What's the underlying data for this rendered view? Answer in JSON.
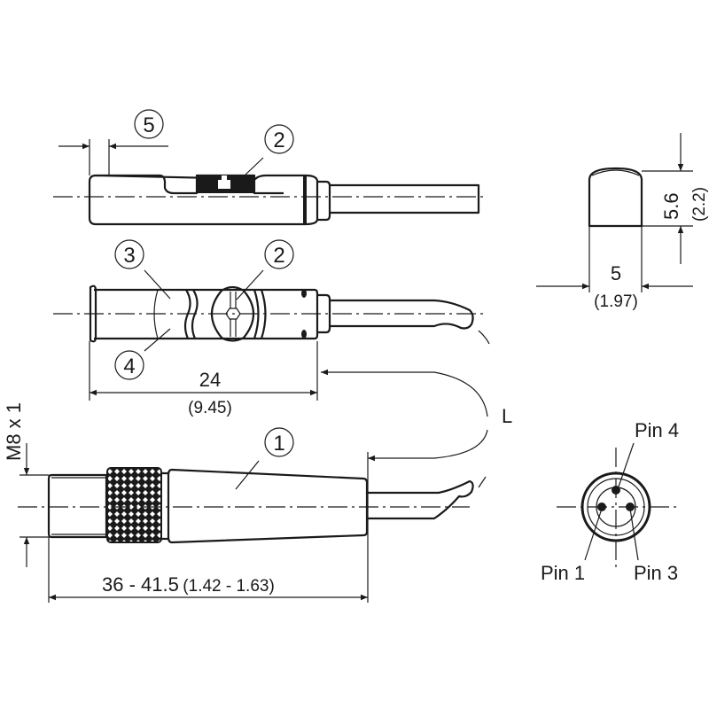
{
  "callouts": {
    "c1": "1",
    "c2": "2",
    "c3": "3",
    "c4": "4",
    "c5": "5"
  },
  "dimensions": {
    "body_length": "24",
    "body_length_in": "(9.45)",
    "cable_length": "L",
    "connector_thread": "M8 x 1",
    "connector_length": "36 - 41.5",
    "connector_length_in": "(1.42 - 1.63)",
    "width": "5",
    "width_in": "(1.97)",
    "height": "5.6",
    "height_in": "(2.2)"
  },
  "pins": {
    "pin1": "Pin 1",
    "pin3": "Pin 3",
    "pin4": "Pin 4"
  }
}
